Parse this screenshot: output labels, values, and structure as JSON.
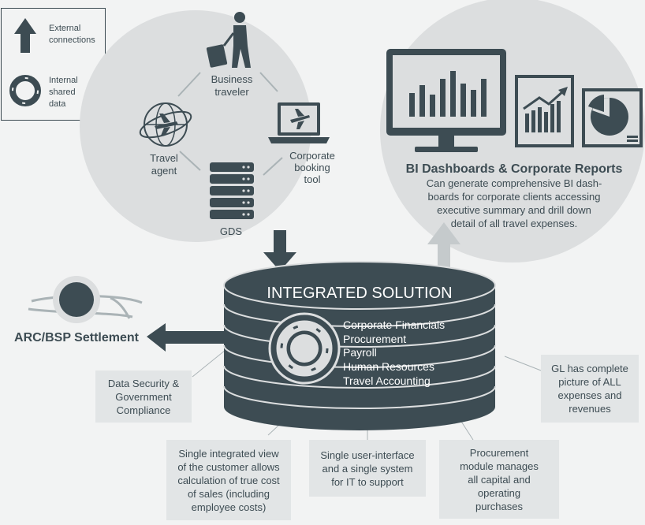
{
  "legend": {
    "external": "External\nconnections",
    "internal": "Internal\nshared\ndata"
  },
  "travel_circle": {
    "business_traveler": [
      "Business",
      "traveler"
    ],
    "travel_agent": [
      "Travel",
      "agent"
    ],
    "corporate_booking": [
      "Corporate",
      "booking",
      "tool"
    ],
    "gds": "GDS"
  },
  "bi": {
    "title": "BI Dashboards & Corporate Reports",
    "desc": [
      "Can generate comprehensive BI dash-",
      "boards for corporate clients accessing",
      "executive summary and drill down",
      "detail of all travel expenses."
    ]
  },
  "solution": {
    "title": "INTEGRATED SOLUTION",
    "modules": [
      "Corporate Financials",
      "Procurement",
      "Payroll",
      "Human Resources",
      "Travel Accounting"
    ]
  },
  "arc": {
    "label": "ARC/BSP Settlement"
  },
  "callouts": {
    "security": "Data Security &\nGovernment\nCompliance",
    "gl": "GL has complete\npicture of ALL\nexpenses and\nrevenues",
    "view": "Single integrated view\nof the customer allows\ncalculation of true cost\nof sales (including\nemployee costs)",
    "ui": "Single user-interface\nand a single system\nfor IT to support",
    "procurement": "Procurement\nmodule manages\nall capital and\noperating\npurchases"
  },
  "colors": {
    "dark": "#3d4c53",
    "circle": "#dcdedf",
    "arrow_light": "#c5cacc",
    "box": "#e2e5e6"
  }
}
